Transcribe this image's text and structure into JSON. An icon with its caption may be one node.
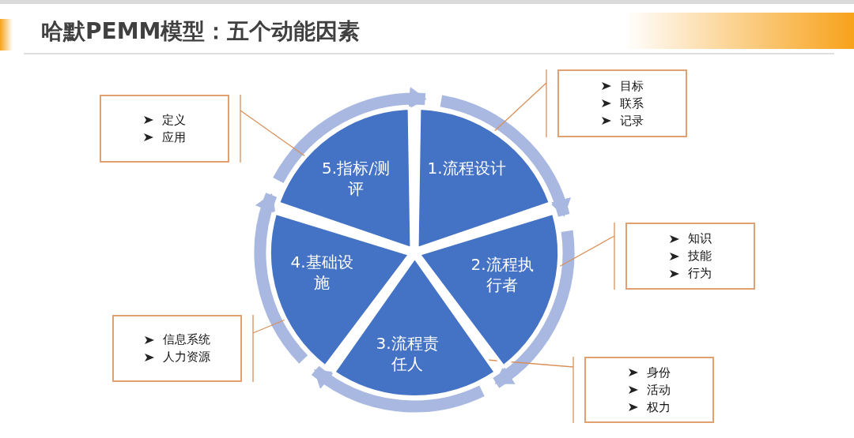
{
  "diagram": {
    "title": "哈默PEMM模型：五个动能因素",
    "nodes": [
      {
        "text": [
          "1.流程设计"
        ]
      },
      {
        "text": [
          "2.流程执行者"
        ]
      },
      {
        "text": [
          "3.流程责任人"
        ]
      },
      {
        "text": [
          "4.基础设施"
        ]
      },
      {
        "text": [
          "5.指标/测评"
        ]
      },
      {
        "text": [
          "目标",
          "联系",
          "记录"
        ]
      },
      {
        "text": [
          "知识",
          "技能",
          "行为"
        ]
      },
      {
        "text": [
          "身份",
          "活动",
          "权力"
        ]
      },
      {
        "text": [
          "信息系统",
          "人力资源"
        ]
      },
      {
        "text": [
          "定义",
          "应用"
        ]
      }
    ],
    "edges": [
      {
        "from": 0,
        "to": 1,
        "arrow": "to",
        "style": "thick"
      },
      {
        "from": 1,
        "to": 2,
        "arrow": "to",
        "style": "thick"
      },
      {
        "from": 2,
        "to": 3,
        "arrow": "to",
        "style": "thick"
      },
      {
        "from": 3,
        "to": 4,
        "arrow": "to",
        "style": "thick"
      },
      {
        "from": 4,
        "to": 0,
        "arrow": "to",
        "style": "thick"
      },
      {
        "from": 5,
        "to": 0,
        "arrow": "none",
        "color": "#d9915a"
      },
      {
        "from": 6,
        "to": 1,
        "arrow": "none",
        "color": "#d9915a"
      },
      {
        "from": 7,
        "to": 2,
        "arrow": "none",
        "color": "#d9915a"
      },
      {
        "from": 8,
        "to": 3,
        "arrow": "none",
        "color": "#d9915a"
      },
      {
        "from": 9,
        "to": 4,
        "arrow": "none",
        "color": "#d9915a"
      }
    ]
  }
}
